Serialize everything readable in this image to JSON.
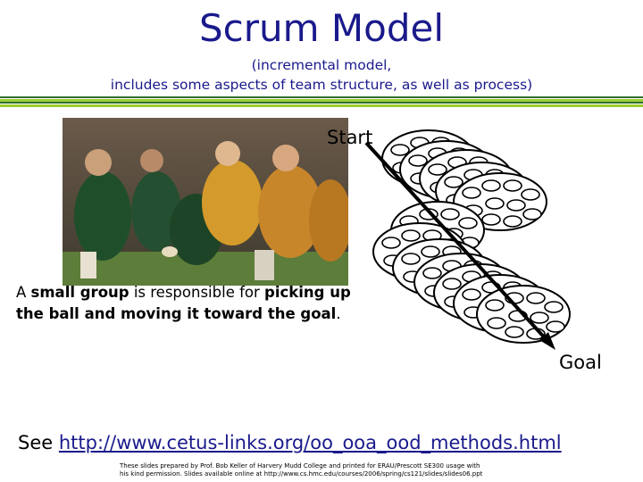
{
  "slide": {
    "title": "Scrum Model",
    "subtitle_line1": "(incremental model,",
    "subtitle_line2": "includes some aspects of team structure, as well as process)"
  },
  "diagram": {
    "start_label": "Start",
    "goal_label": "Goal"
  },
  "caption": {
    "p1": "A ",
    "b1": "small group",
    "p2": " is responsible for ",
    "b2": "picking up the ball and moving it toward the goal",
    "p3": "."
  },
  "link": {
    "prefix": "See ",
    "text": "http://www.cetus-links.org/oo_ooa_ood_methods.html"
  },
  "footer": {
    "line1": "These slides prepared by Prof. Bob Keller of Harvery Mudd College and printed for ERAU/Prescott SE300 usage with",
    "line2": "his kind permission. Slides available online at http://www.cs.hmc.edu/courses/2006/spring/cs121/slides/slides06.ppt"
  },
  "colors": {
    "title": "#1a1a8c",
    "divider_dark": "#2f6f2f",
    "divider_light": "#9acd32"
  }
}
